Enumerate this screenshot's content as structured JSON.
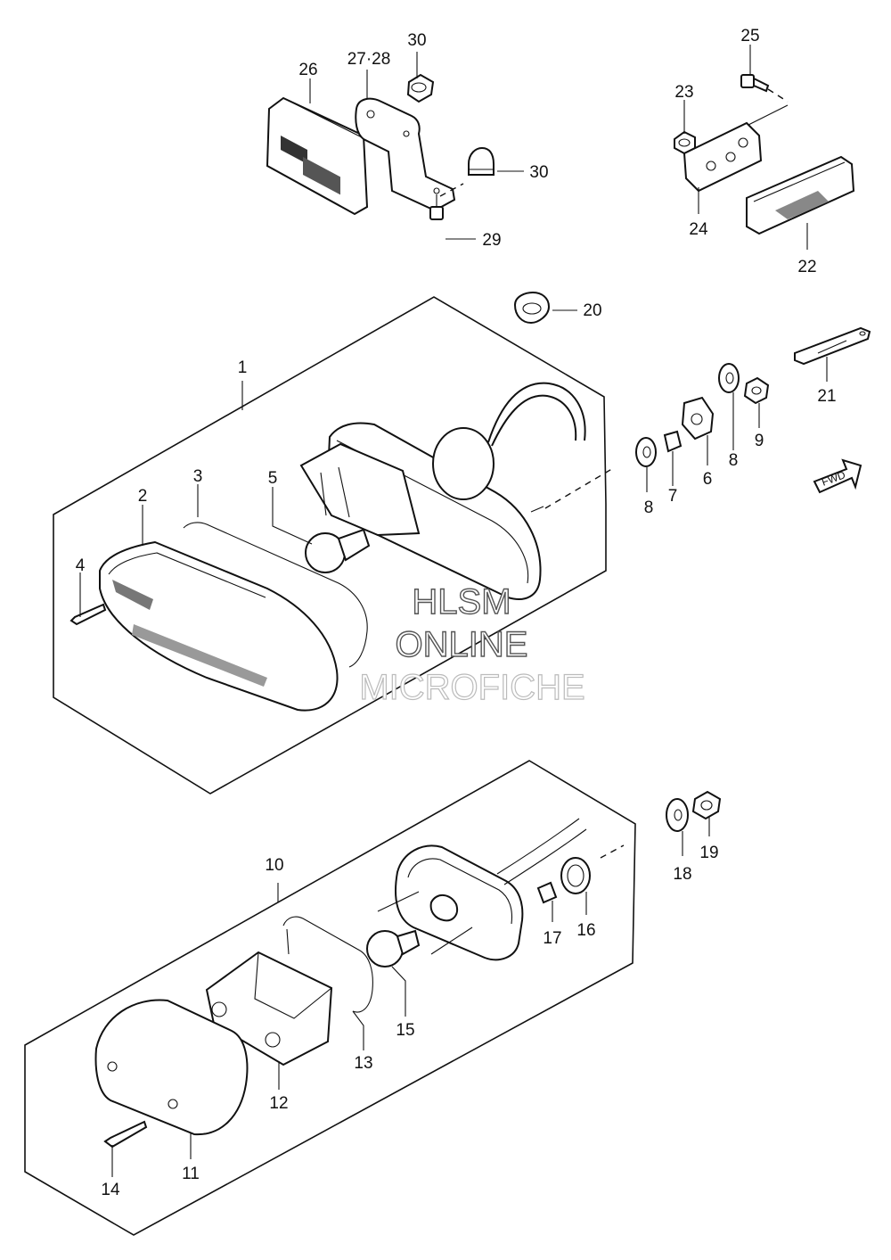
{
  "diagram": {
    "callouts": {
      "c1": "1",
      "c2": "2",
      "c3": "3",
      "c4": "4",
      "c5": "5",
      "c6": "6",
      "c7": "7",
      "c8a": "8",
      "c8b": "8",
      "c9": "9",
      "c10": "10",
      "c11": "11",
      "c12": "12",
      "c13": "13",
      "c14": "14",
      "c15": "15",
      "c16": "16",
      "c17": "17",
      "c18": "18",
      "c19": "19",
      "c20": "20",
      "c21": "21",
      "c22": "22",
      "c23": "23",
      "c24": "24",
      "c25": "25",
      "c26": "26",
      "c2728": "27·28",
      "c29": "29",
      "c30a": "30",
      "c30b": "30"
    },
    "fwd_label": "FWD",
    "watermark": {
      "line1": "HLSM",
      "line2": "ONLINE",
      "line3": "MICROFICHE"
    }
  }
}
